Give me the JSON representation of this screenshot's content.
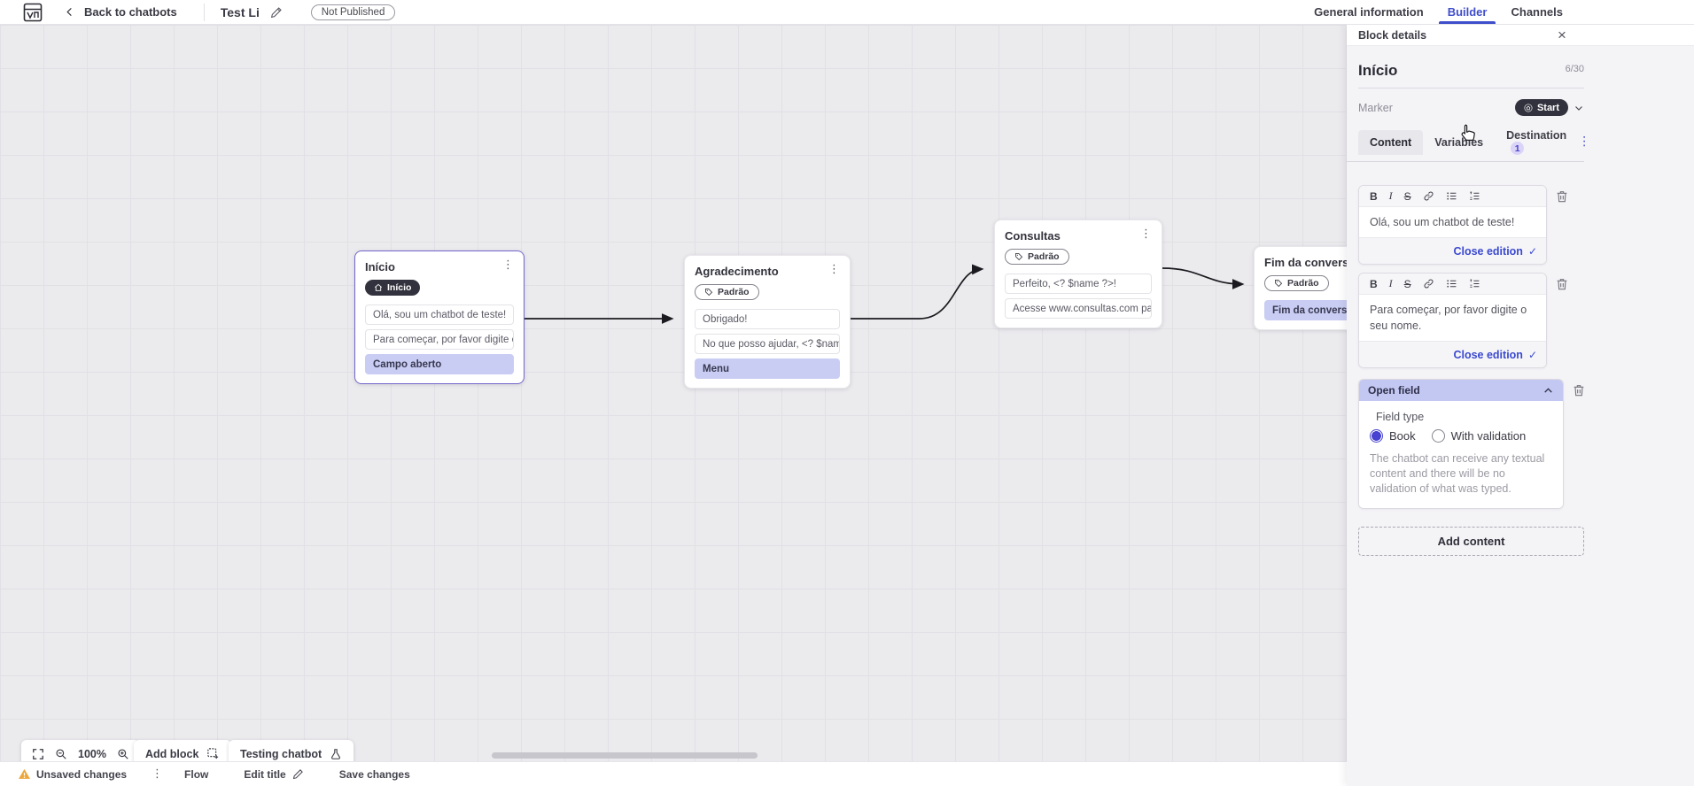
{
  "app": {
    "back_label": "Back to chatbots",
    "title": "Test Li",
    "status_badge": "Not Published",
    "tabs": [
      {
        "label": "General information",
        "active": false
      },
      {
        "label": "Builder",
        "active": true
      },
      {
        "label": "Channels",
        "active": false
      }
    ]
  },
  "canvas": {
    "blocks": [
      {
        "title": "Início",
        "badge": "Início",
        "badge_icon": "home",
        "rows": [
          "Olá, sou um chatbot de teste!",
          "Para começar, por favor digite o ...",
          "Campo aberto"
        ]
      },
      {
        "title": "Agradecimento",
        "badge": "Padrão",
        "badge_icon": "tag",
        "rows": [
          "Obrigado!",
          "No que posso ajudar, <? $name ...",
          "Menu"
        ]
      },
      {
        "title": "Consultas",
        "badge": "Padrão",
        "badge_icon": "tag",
        "rows": [
          "Perfeito, <? $name ?>!",
          "Acesse www.consultas.com par..."
        ]
      },
      {
        "title": "Fim da conversa",
        "badge": "Padrão",
        "badge_icon": "tag",
        "rows": [
          "Fim da conversa"
        ]
      }
    ],
    "toolbar": {
      "zoom_level": "100%",
      "add_block": "Add block",
      "testing": "Testing chatbot"
    }
  },
  "statusbar": {
    "unsaved": "Unsaved changes",
    "flow": "Flow",
    "edit_title": "Edit title",
    "save": "Save changes"
  },
  "panel": {
    "header": "Block details",
    "block_name": "Início",
    "char_count": "6/30",
    "marker_label": "Marker",
    "marker_value": "Start",
    "tabs": {
      "content": "Content",
      "variables": "Variables",
      "destination": "Destination",
      "destination_badge": "1"
    },
    "toolbar_glyphs": {
      "bold": "B",
      "italic": "I",
      "strikethrough": "S"
    },
    "editors": [
      {
        "text": "Olá, sou um chatbot de teste!",
        "action": "Close edition"
      },
      {
        "text": "Para começar, por favor digite o seu nome.",
        "action": "Close edition"
      }
    ],
    "open_field": {
      "header": "Open field",
      "field_type_label": "Field type",
      "option_book": "Book",
      "option_validation": "With validation",
      "description": "The chatbot can receive any textual content and there will be no validation of what was typed."
    },
    "add_content": "Add content"
  },
  "colors": {
    "accent_blue": "#3f4ecb",
    "selected_purple": "#7166cc",
    "lavender": "#c9cdf3",
    "dark_pill": "#32323e",
    "warning_amber": "#eda73b"
  }
}
